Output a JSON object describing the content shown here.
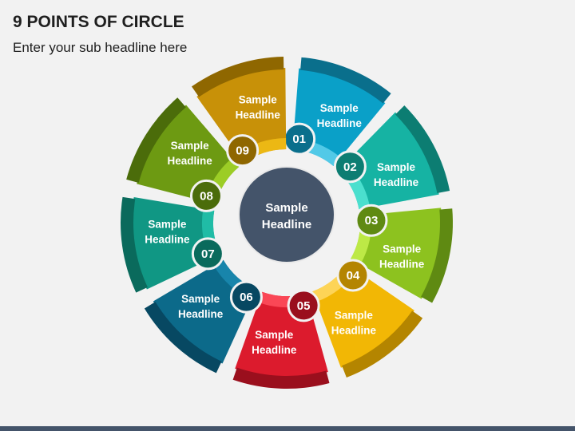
{
  "header": {
    "title": "9 POINTS OF CIRCLE",
    "subtitle": "Enter your sub headline here"
  },
  "center": {
    "line1": "Sample",
    "line2": "Headline",
    "color": "#44546a"
  },
  "points": [
    {
      "number": "01",
      "line1": "Sample",
      "line2": "Headline",
      "color": "#0aa0c8",
      "dark": "#0a6f8c",
      "light": "#5fd0ec"
    },
    {
      "number": "02",
      "line1": "Sample",
      "line2": "Headline",
      "color": "#16b3a3",
      "dark": "#0c7d72",
      "light": "#55e6d6"
    },
    {
      "number": "03",
      "line1": "Sample",
      "line2": "Headline",
      "color": "#8dc21f",
      "dark": "#5f8a12",
      "light": "#c6f04d"
    },
    {
      "number": "04",
      "line1": "Sample",
      "line2": "Headline",
      "color": "#f2b705",
      "dark": "#b48500",
      "light": "#ffd966"
    },
    {
      "number": "05",
      "line1": "Sample",
      "line2": "Headline",
      "color": "#dc1b2d",
      "dark": "#9a0f1d",
      "light": "#ff4f5e"
    },
    {
      "number": "06",
      "line1": "Sample",
      "line2": "Headline",
      "color": "#0c6a8a",
      "dark": "#074862",
      "light": "#1b8ab0"
    },
    {
      "number": "07",
      "line1": "Sample",
      "line2": "Headline",
      "color": "#109784",
      "dark": "#0a6a5c",
      "light": "#23c2ac"
    },
    {
      "number": "08",
      "line1": "Sample",
      "line2": "Headline",
      "color": "#6d9a12",
      "dark": "#4b6c0a",
      "light": "#a4d62a"
    },
    {
      "number": "09",
      "line1": "Sample",
      "line2": "Headline",
      "color": "#c89108",
      "dark": "#8f6700",
      "light": "#f2be16"
    }
  ]
}
